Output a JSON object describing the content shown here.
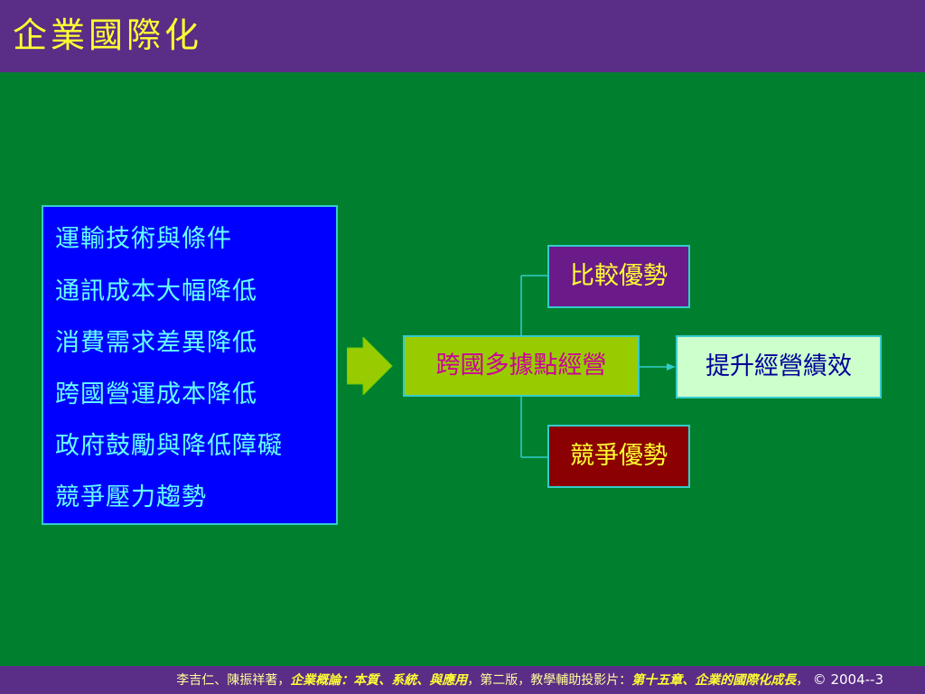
{
  "slide": {
    "title": "企業國際化"
  },
  "diagram": {
    "factors": [
      "運輸技術與條件",
      "通訊成本大幅降低",
      "消費需求差異降低",
      "跨國營運成本降低",
      "政府鼓勵與降低障礙",
      "競爭壓力趨勢"
    ],
    "center": "跨國多據點經營",
    "top": "比較優勢",
    "bottom": "競爭優勢",
    "result": "提升經營績效"
  },
  "footer": {
    "authors": "李吉仁、陳振祥著，",
    "book": "企業概論：本質、系統、與應用",
    "edition": "，第二版，教學輔助投影片：",
    "chapter": "第十五章、企業的國際化成長",
    "sep": "，",
    "copyright": "© 2004--3"
  },
  "colors": {
    "background": "#00802f",
    "header": "#5a2d87",
    "title_text": "#ffff33",
    "factor_box": "#0000ff",
    "factor_text": "#66ffff",
    "center_box": "#99cc00",
    "center_text": "#cc0099",
    "top_box": "#6b1a8a",
    "bottom_box": "#8b0000",
    "result_box": "#ccffcc",
    "result_text": "#000099"
  }
}
